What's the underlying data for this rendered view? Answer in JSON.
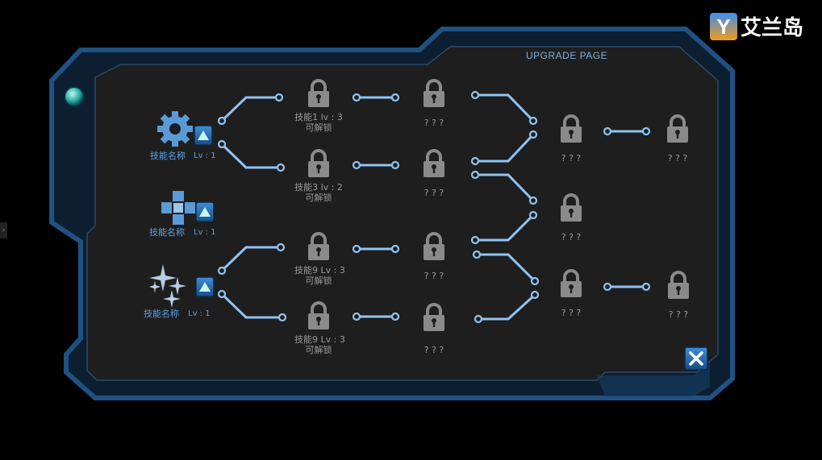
{
  "header": {
    "title": "UPGRADE PAGE"
  },
  "watermark": {
    "logo_letter": "Y",
    "text": "艾兰岛"
  },
  "side_tab": {
    "glyph": "›"
  },
  "skills": [
    {
      "icon": "gear-icon",
      "name": "技能名称",
      "level": "Lv : 1",
      "upgrade_icon": "arrow-up-icon"
    },
    {
      "icon": "cross-icon",
      "name": "技能名称",
      "level": "Lv : 1",
      "upgrade_icon": "arrow-up-icon"
    },
    {
      "icon": "sparkle-icon",
      "name": "技能名称",
      "level": "Lv : 1",
      "upgrade_icon": "arrow-up-icon"
    }
  ],
  "locked_nodes": {
    "col1": [
      {
        "line1": "技能1 lv : 3",
        "line2": "可解锁"
      },
      {
        "line1": "技能3 lv : 2",
        "line2": "可解锁"
      },
      {
        "line1": "技能9 Lv : 3",
        "line2": "可解锁"
      },
      {
        "line1": "技能9 Lv : 3",
        "line2": "可解锁"
      }
    ],
    "col2": [
      "? ? ?",
      "? ? ?",
      "? ? ?",
      "? ? ?"
    ],
    "col3": [
      "? ? ?",
      "? ? ?",
      "? ? ?"
    ],
    "col4": [
      "? ? ?",
      "? ? ?"
    ]
  },
  "close_button": {
    "icon": "close-icon",
    "glyph": "✕"
  },
  "colors": {
    "frame": "#1d4a78",
    "panel": "#1e1e1e",
    "connector": "#8fc4f2",
    "lock": "#8a8a8a",
    "accent_blue": "#5ea0e6"
  }
}
